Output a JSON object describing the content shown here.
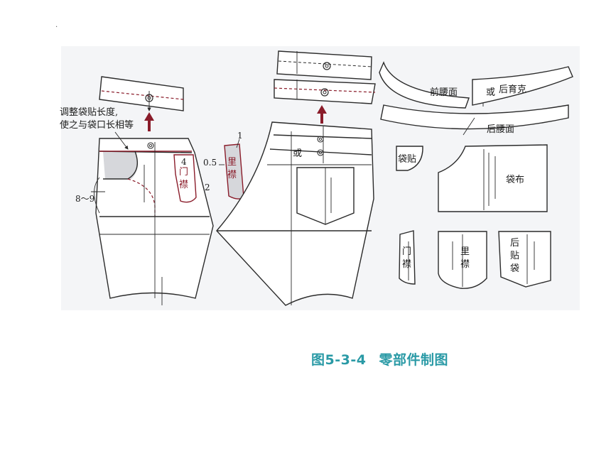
{
  "dot": ".",
  "labels": {
    "annotation_line1": "调整袋贴长度,",
    "annotation_line2": "使之与袋口长相等",
    "dim_1": "1",
    "dim_05": "0.5",
    "dim_4": "4",
    "dim_2": "2",
    "dim_8_9": "8～9",
    "front_fly": [
      "门",
      "襟"
    ],
    "front_lining": [
      "里",
      "襟"
    ],
    "or_center": "或",
    "front_waist": "前腰面",
    "or_right": "或",
    "back_yoke": "后育克",
    "back_waist": "后腰面",
    "pocket_facing": "袋贴",
    "pocket_bag": "袋布",
    "fly_piece": [
      "门",
      "襟"
    ],
    "lining_piece": [
      "里",
      "襟"
    ],
    "back_pocket_facing": [
      "后",
      "贴",
      "袋"
    ]
  },
  "caption": {
    "figure_no": "图5-3-4",
    "title": "零部件制图"
  },
  "colors": {
    "line": "#2b2b2b",
    "accent_red": "#8a1c2a",
    "shade": "#d6d7db",
    "panel_bg": "#f4f5f7",
    "caption": "#2a9aa6"
  }
}
